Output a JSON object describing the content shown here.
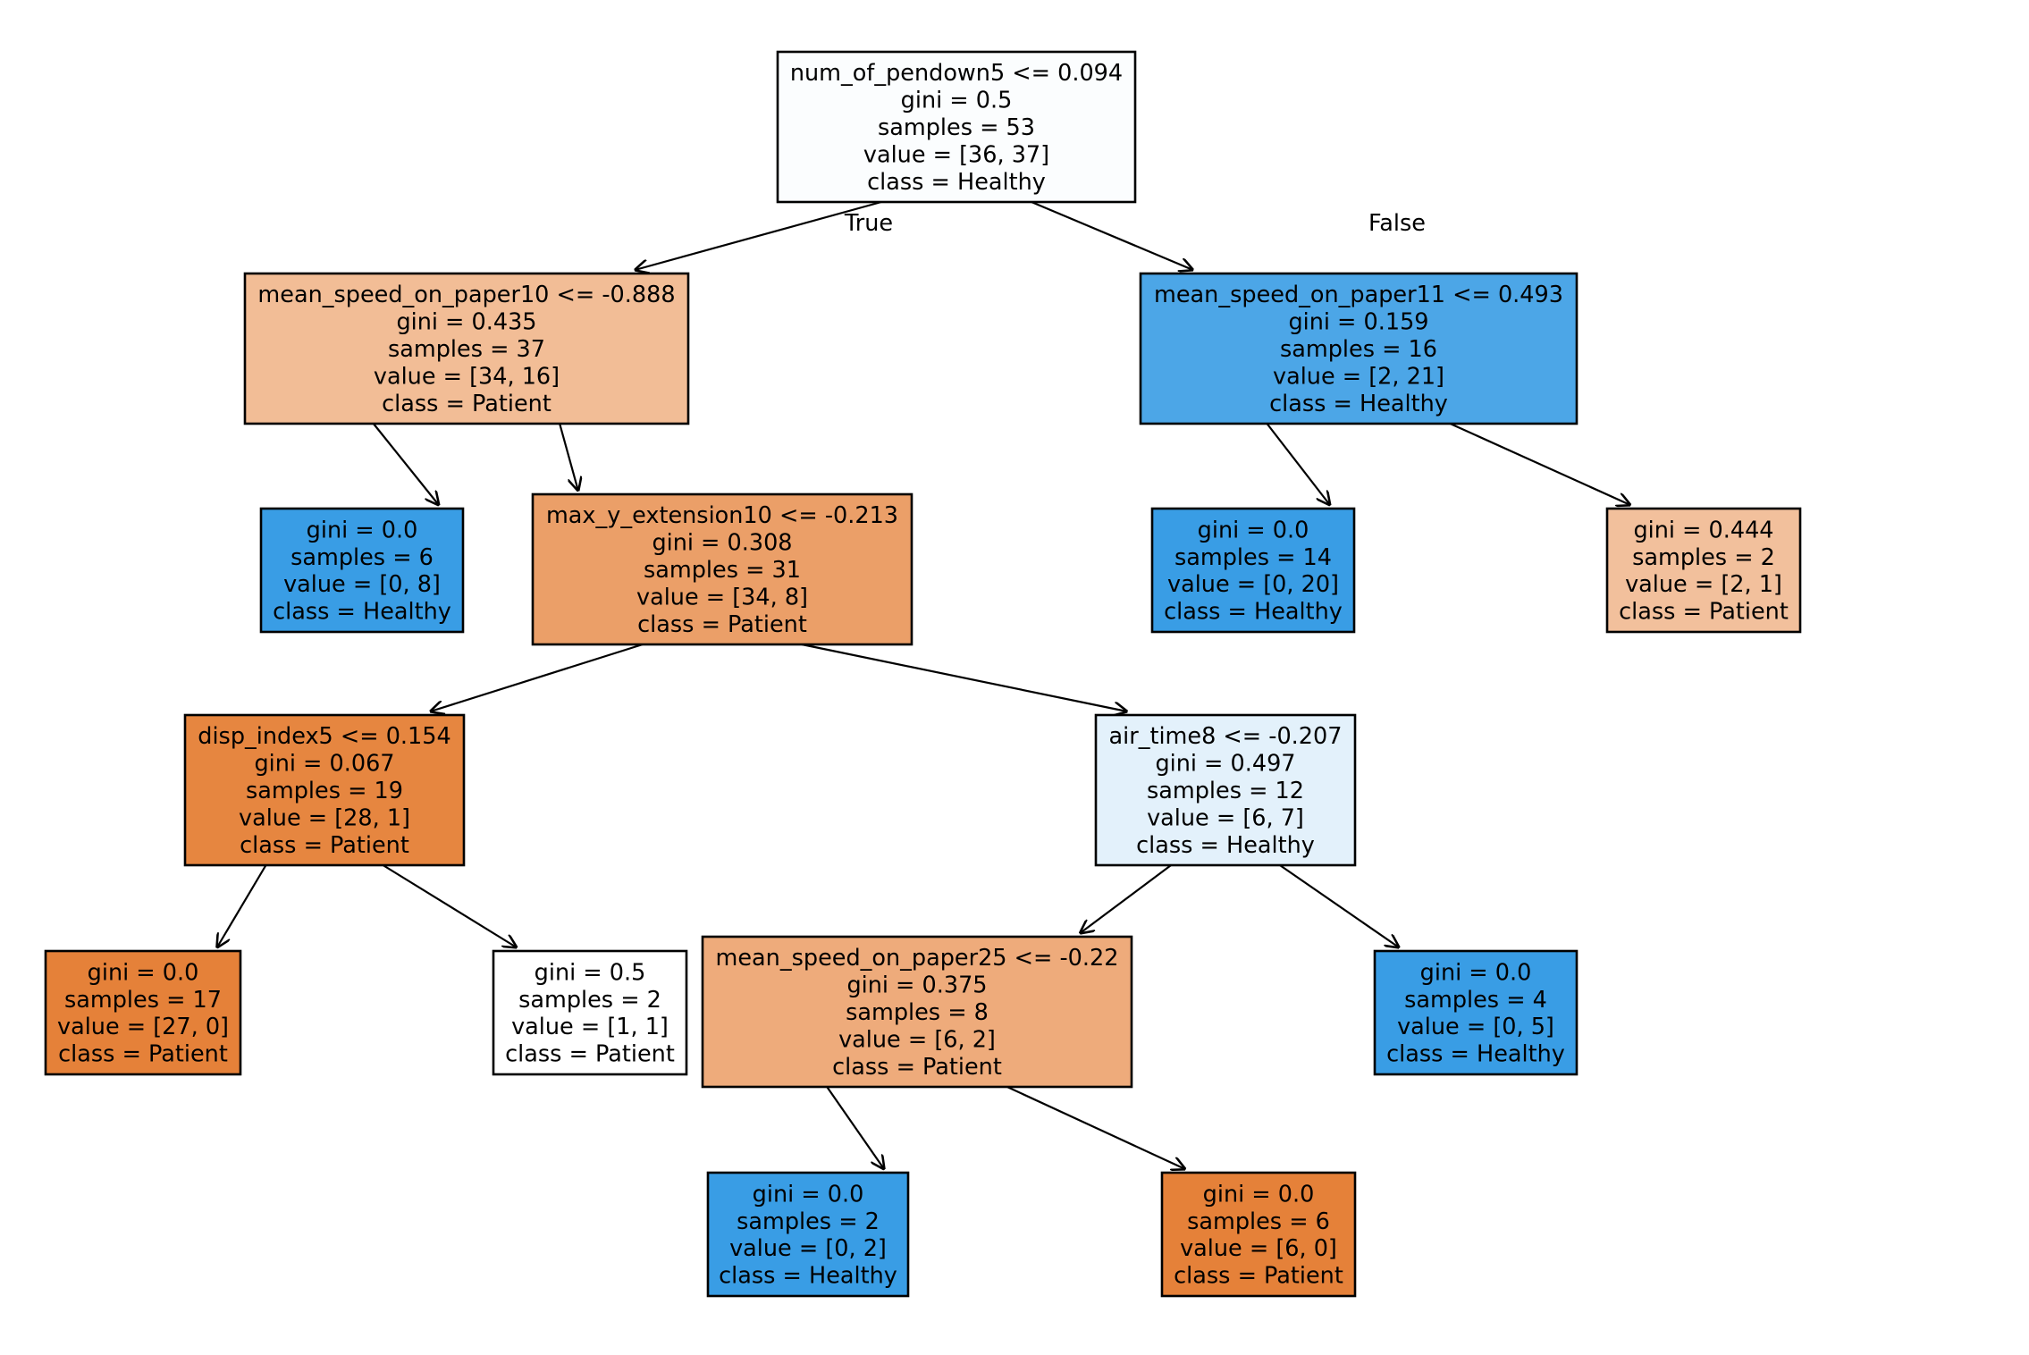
{
  "tree": {
    "nodes": [
      {
        "id": "n0",
        "lines": [
          "num_of_pendown5 <= 0.094",
          "gini = 0.5",
          "samples = 53",
          "value = [36, 37]",
          "class = Healthy"
        ],
        "fill": "#fbfdfe"
      },
      {
        "id": "n1",
        "lines": [
          "mean_speed_on_paper10 <= -0.888",
          "gini = 0.435",
          "samples = 37",
          "value = [34, 16]",
          "class = Patient"
        ],
        "fill": "#f2bd96"
      },
      {
        "id": "n2",
        "lines": [
          "gini = 0.0",
          "samples = 6",
          "value = [0, 8]",
          "class = Healthy"
        ],
        "fill": "#399de5"
      },
      {
        "id": "n3",
        "lines": [
          "max_y_extension10 <= -0.213",
          "gini = 0.308",
          "samples = 31",
          "value = [34, 8]",
          "class = Patient"
        ],
        "fill": "#eb9f68"
      },
      {
        "id": "n4",
        "lines": [
          "disp_index5 <= 0.154",
          "gini = 0.067",
          "samples = 19",
          "value = [28, 1]",
          "class = Patient"
        ],
        "fill": "#e68640"
      },
      {
        "id": "n5",
        "lines": [
          "gini = 0.0",
          "samples = 17",
          "value = [27, 0]",
          "class = Patient"
        ],
        "fill": "#e58139"
      },
      {
        "id": "n6",
        "lines": [
          "gini = 0.5",
          "samples = 2",
          "value = [1, 1]",
          "class = Patient"
        ],
        "fill": "#ffffff"
      },
      {
        "id": "n7",
        "lines": [
          "air_time8 <= -0.207",
          "gini = 0.497",
          "samples = 12",
          "value = [6, 7]",
          "class = Healthy"
        ],
        "fill": "#e3f1fb"
      },
      {
        "id": "n8",
        "lines": [
          "mean_speed_on_paper25 <= -0.22",
          "gini = 0.375",
          "samples = 8",
          "value = [6, 2]",
          "class = Patient"
        ],
        "fill": "#eeab7b"
      },
      {
        "id": "n9",
        "lines": [
          "gini = 0.0",
          "samples = 2",
          "value = [0, 2]",
          "class = Healthy"
        ],
        "fill": "#399de5"
      },
      {
        "id": "n10",
        "lines": [
          "gini = 0.0",
          "samples = 6",
          "value = [6, 0]",
          "class = Patient"
        ],
        "fill": "#e58139"
      },
      {
        "id": "n11",
        "lines": [
          "gini = 0.0",
          "samples = 4",
          "value = [0, 5]",
          "class = Healthy"
        ],
        "fill": "#399de5"
      },
      {
        "id": "n12",
        "lines": [
          "mean_speed_on_paper11 <= 0.493",
          "gini = 0.159",
          "samples = 16",
          "value = [2, 21]",
          "class = Healthy"
        ],
        "fill": "#4ca6e7"
      },
      {
        "id": "n13",
        "lines": [
          "gini = 0.0",
          "samples = 14",
          "value = [0, 20]",
          "class = Healthy"
        ],
        "fill": "#399de5"
      },
      {
        "id": "n14",
        "lines": [
          "gini = 0.444",
          "samples = 2",
          "value = [2, 1]",
          "class = Patient"
        ],
        "fill": "#f2c09c"
      }
    ],
    "edges": [
      {
        "from": "n0",
        "to": "n1",
        "label": "True"
      },
      {
        "from": "n0",
        "to": "n12",
        "label": "False"
      },
      {
        "from": "n1",
        "to": "n2",
        "label": ""
      },
      {
        "from": "n1",
        "to": "n3",
        "label": ""
      },
      {
        "from": "n3",
        "to": "n4",
        "label": ""
      },
      {
        "from": "n3",
        "to": "n7",
        "label": ""
      },
      {
        "from": "n4",
        "to": "n5",
        "label": ""
      },
      {
        "from": "n4",
        "to": "n6",
        "label": ""
      },
      {
        "from": "n7",
        "to": "n8",
        "label": ""
      },
      {
        "from": "n7",
        "to": "n11",
        "label": ""
      },
      {
        "from": "n8",
        "to": "n9",
        "label": ""
      },
      {
        "from": "n8",
        "to": "n10",
        "label": ""
      },
      {
        "from": "n12",
        "to": "n13",
        "label": ""
      },
      {
        "from": "n12",
        "to": "n14",
        "label": ""
      }
    ]
  }
}
